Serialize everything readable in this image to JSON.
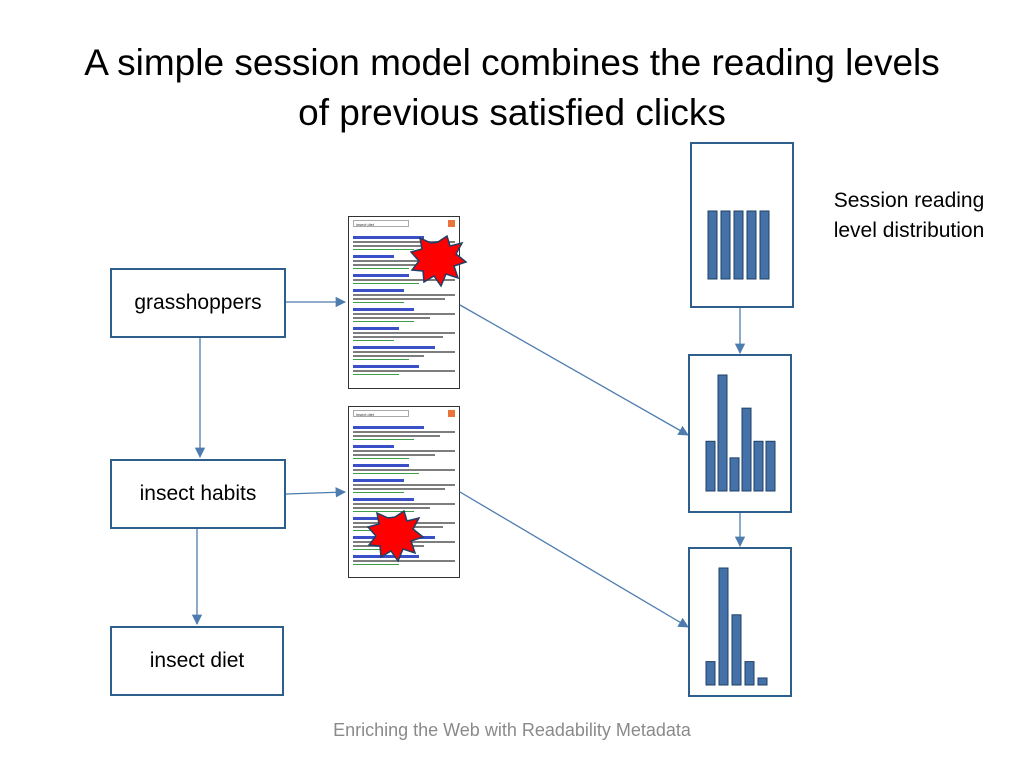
{
  "slide": {
    "title_line1": "A simple session model combines the reading levels",
    "title_line2": "of previous satisfied clicks",
    "footer": "Enriching the Web with Readability Metadata"
  },
  "queries": [
    {
      "label": "grasshoppers"
    },
    {
      "label": "insect habits"
    },
    {
      "label": "insect diet"
    }
  ],
  "serp_panels": [
    {
      "query": "insect diet",
      "clicked": true
    },
    {
      "query": "insect diet",
      "clicked": true
    }
  ],
  "distribution_label": {
    "line1": "Session reading",
    "line2": "level distribution"
  },
  "colors": {
    "box_border": "#2e5f8c",
    "bar_fill": "#4472a8",
    "bar_stroke": "#1f3f66",
    "arrow": "#4d7cae",
    "click_burst": "#ff0000",
    "click_burst_stroke": "#1f3f66"
  },
  "chart_data": [
    {
      "type": "bar",
      "title": "",
      "values": [
        1,
        1,
        1,
        1,
        1
      ]
    },
    {
      "type": "bar",
      "title": "",
      "values": [
        3,
        7,
        2,
        5,
        3,
        3
      ]
    },
    {
      "type": "bar",
      "title": "",
      "values": [
        1,
        5,
        3,
        1,
        0.3
      ]
    }
  ]
}
